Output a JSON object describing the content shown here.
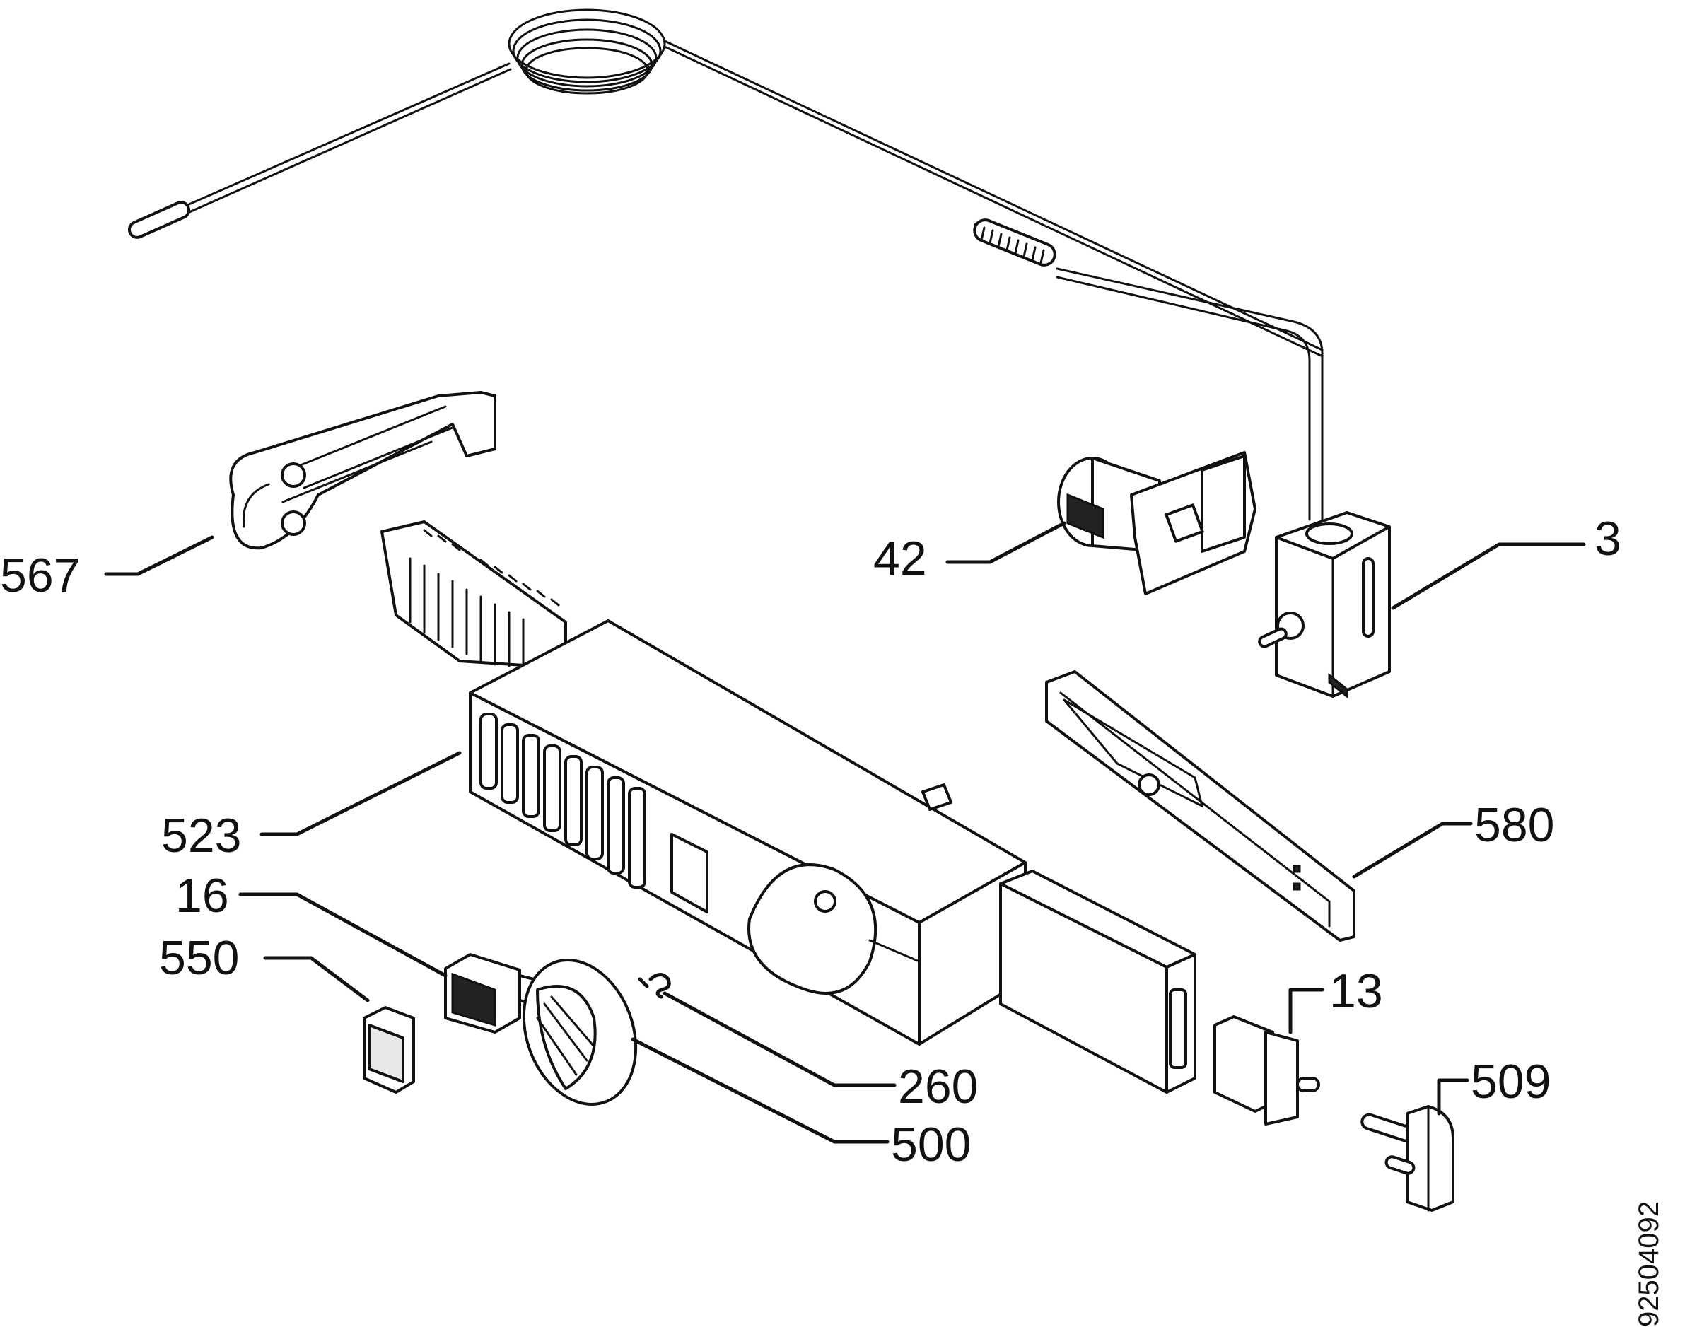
{
  "parts": [
    {
      "id": "p567",
      "label": "567"
    },
    {
      "id": "p42",
      "label": "42"
    },
    {
      "id": "p3",
      "label": "3"
    },
    {
      "id": "p523",
      "label": "523"
    },
    {
      "id": "p580",
      "label": "580"
    },
    {
      "id": "p16",
      "label": "16"
    },
    {
      "id": "p550",
      "label": "550"
    },
    {
      "id": "p13",
      "label": "13"
    },
    {
      "id": "p260",
      "label": "260"
    },
    {
      "id": "p500",
      "label": "500"
    },
    {
      "id": "p509",
      "label": "509"
    }
  ],
  "diagram_code": "92504092"
}
